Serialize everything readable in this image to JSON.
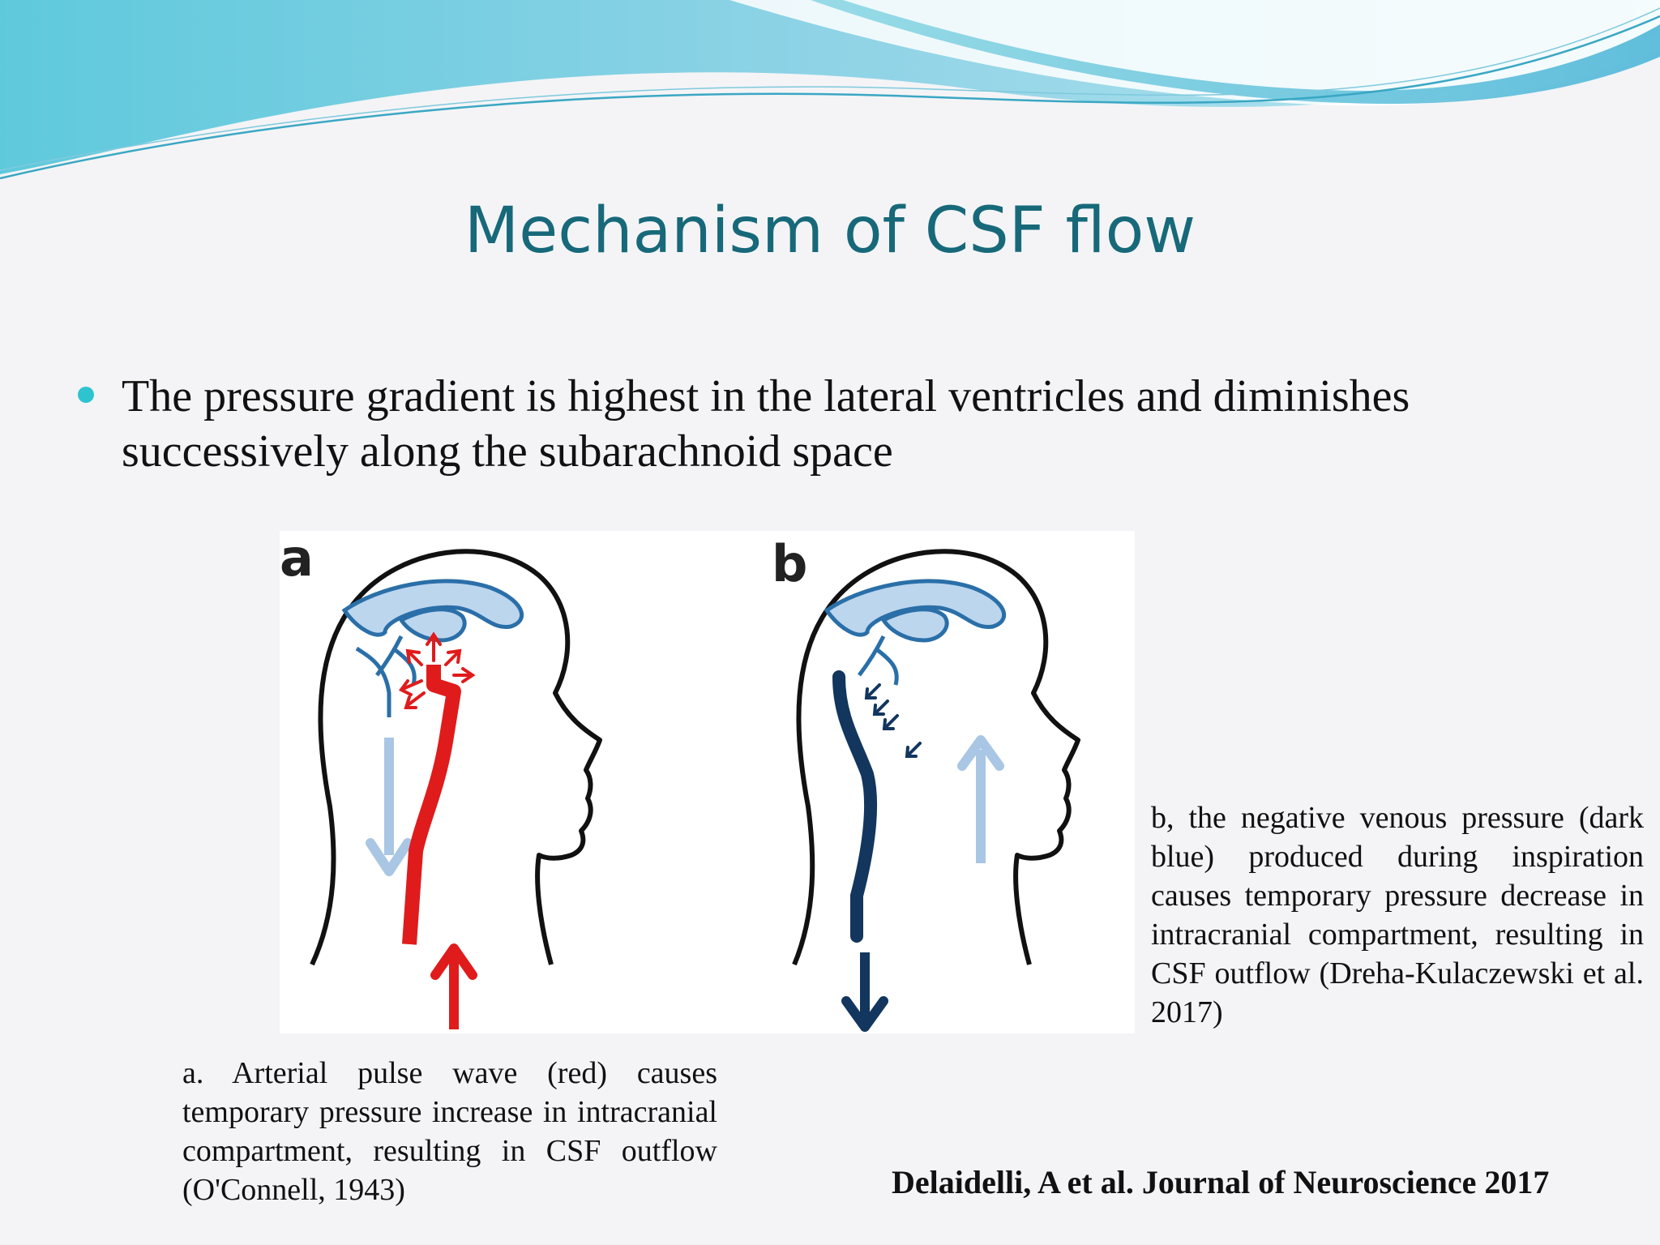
{
  "slide": {
    "title": "Mechanism of CSF flow",
    "bullet": "The pressure gradient is highest in the lateral ventricles and diminishes successively along the subarachnoid space",
    "figure": {
      "panel_a_label": "a",
      "panel_b_label": "b"
    },
    "caption_a": "a. Arterial pulse wave (red) causes temporary pressure increase in intracranial compartment, resulting in CSF outflow (O'Connell, 1943)",
    "caption_b": "b, the negative venous pressure (dark blue) produced during inspiration causes temporary pressure decrease in intracranial compartment, resulting in CSF outflow (Dreha-Kulaczewski et al. 2017)",
    "citation": "Delaidelli, A et al. Journal of Neuroscience 2017"
  },
  "colors": {
    "title": "#17697a",
    "bullet": "#2ec4cf",
    "arterial_red": "#e01b1b",
    "venous_dark_blue": "#12365e",
    "csf_light_blue": "#a9c6e4",
    "ventricle_fill": "#bcd6ee",
    "ventricle_stroke": "#2a6fa8"
  }
}
